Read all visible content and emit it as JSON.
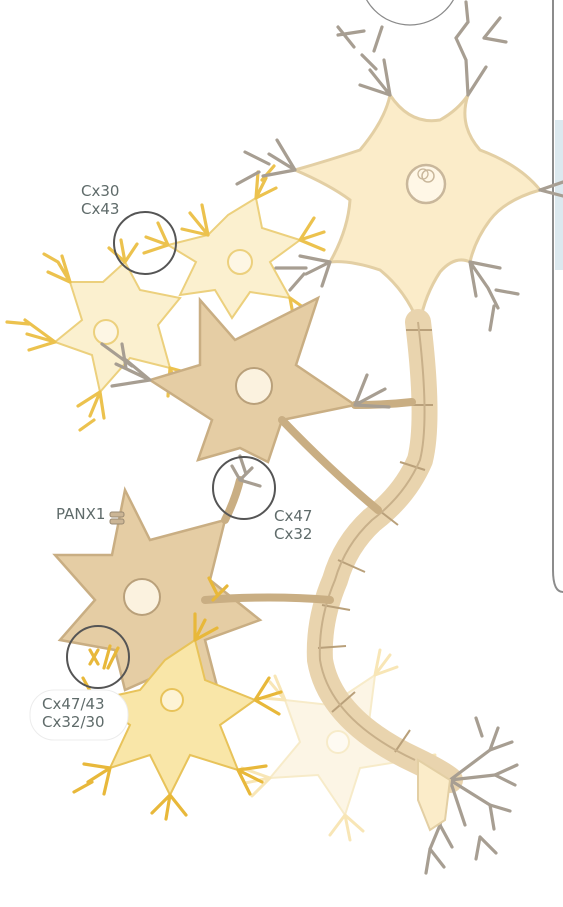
{
  "labels": {
    "gap_junction_astro_astro": [
      "Cx30",
      "Cx43"
    ],
    "gap_junction_oligo_oligo": [
      "Cx47",
      "Cx32"
    ],
    "gap_junction_oligo_astro": [
      "Cx47/43",
      "Cx32/30"
    ],
    "pannexin": "PANX1"
  },
  "colors": {
    "neuron_fill": "#fbecc9",
    "neuron_stroke": "#e3cfa4",
    "oligodendrocyte_fill": "#e5cda4",
    "oligodendrocyte_stroke": "#c9ae83",
    "astrocyte_fill": "#f7e3a3",
    "astrocyte_stroke": "#e8c35a",
    "myelin_fill": "#e2c9a0",
    "myelin_stroke": "#b9a07a",
    "dendrite": "#a79e92",
    "marker_circle": "#555555",
    "label_text": "#5f6b6a"
  }
}
